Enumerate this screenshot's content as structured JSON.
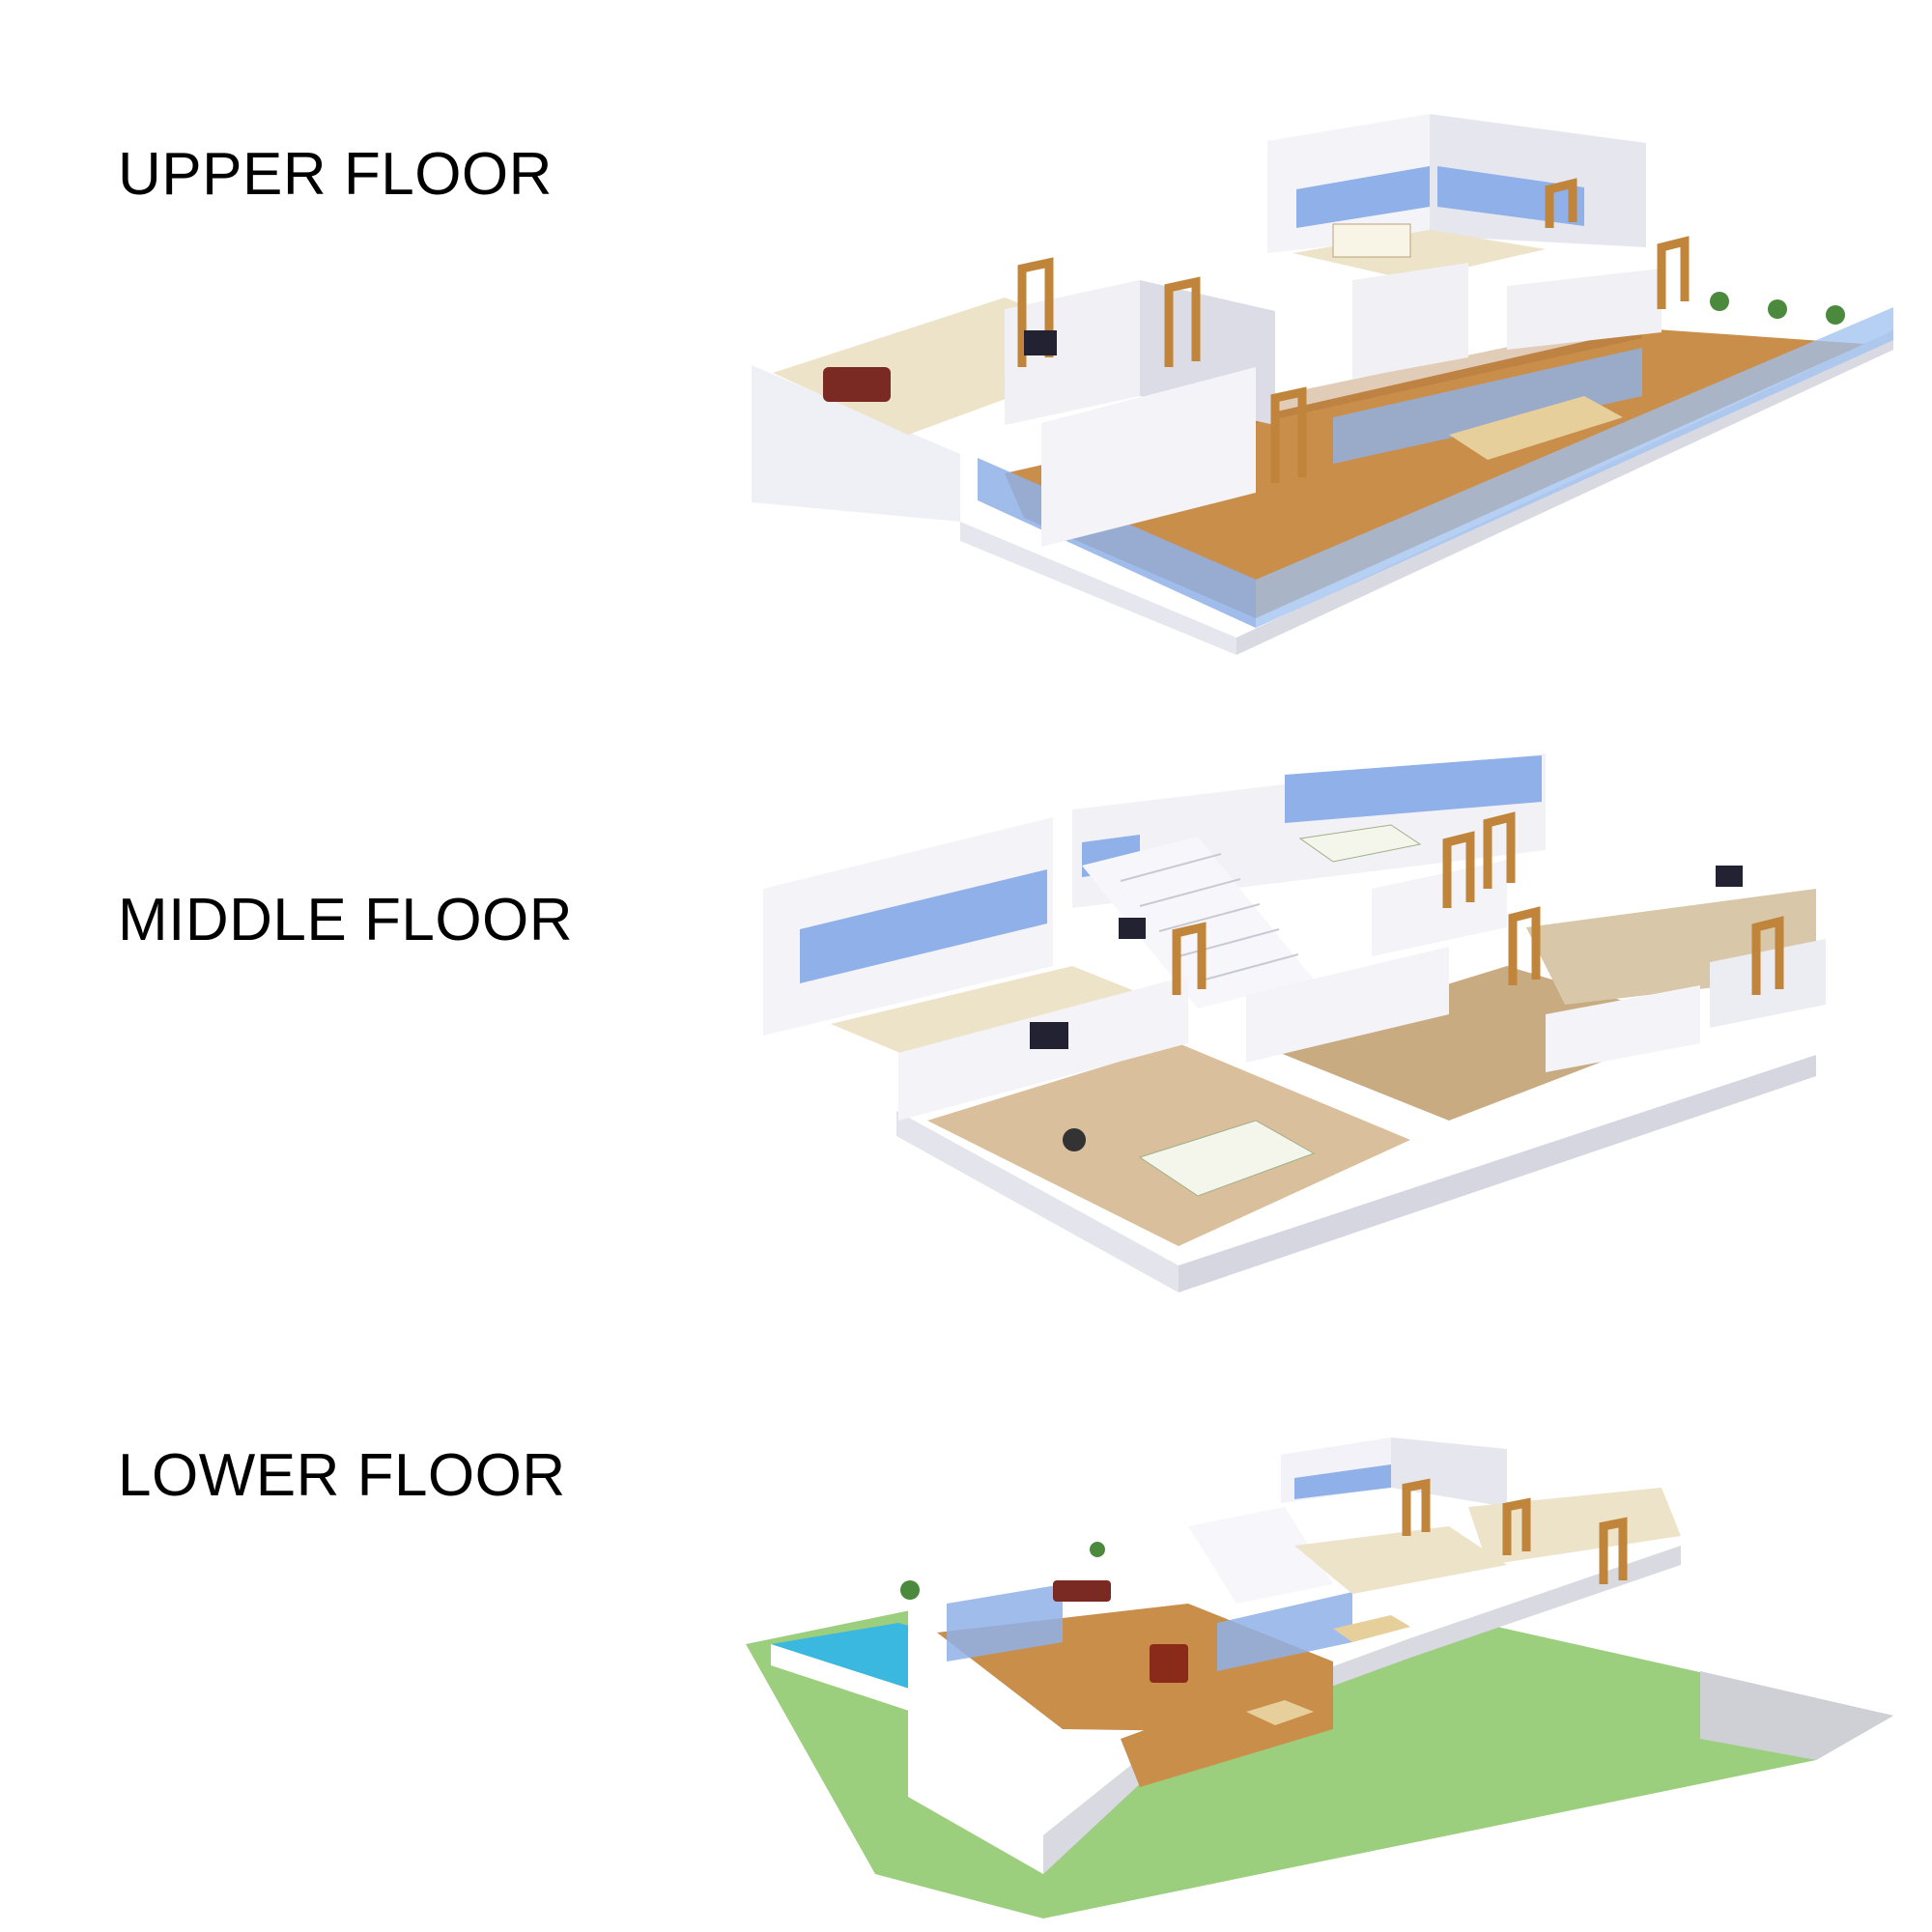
{
  "floors": {
    "upper": {
      "label": "UPPER FLOOR"
    },
    "middle": {
      "label": "MIDDLE FLOOR"
    },
    "lower": {
      "label": "LOWER FLOOR"
    }
  },
  "colors": {
    "wall": "#f2f2f6",
    "wall_shadow": "#d9d9e2",
    "window_glass": "#8fb0e8",
    "floor_wood": "#c98f4a",
    "floor_tile": "#ece3c8",
    "floor_laminate": "#d9bf9b",
    "door_frame": "#c0853a",
    "pool_water": "#3bb8e0",
    "grass": "#9ccf7d"
  }
}
